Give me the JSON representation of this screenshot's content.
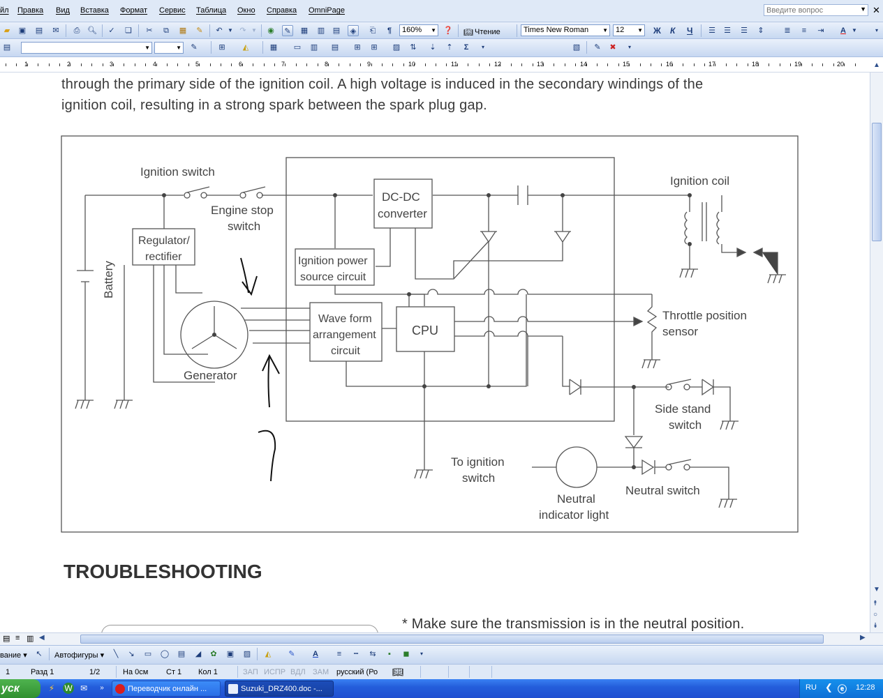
{
  "menubar": {
    "items": [
      "йл",
      "Правка",
      "Вид",
      "Вставка",
      "Формат",
      "Сервис",
      "Таблица",
      "Окно",
      "Справка",
      "OmniPage"
    ],
    "ask_placeholder": "Введите вопрос",
    "close_glyph": "✕"
  },
  "toolbar_standard": {
    "zoom": "160%",
    "reading_label": "Чтение",
    "font_name": "Times New Roman",
    "font_size": "12",
    "bold": "Ж",
    "italic": "К",
    "underline": "Ч"
  },
  "toolbar_formatting": {
    "style": "",
    "size": "",
    "sigma": "Σ"
  },
  "ruler": {
    "numbers": [
      "1",
      "2",
      "3",
      "4",
      "5",
      "6",
      "7",
      "8",
      "9",
      "10",
      "11",
      "12",
      "13",
      "14",
      "15",
      "16",
      "17",
      "18",
      "19",
      "20"
    ]
  },
  "document": {
    "paragraph_line1": "through the primary side of the ignition coil. A high voltage is induced in the secondary windings of the",
    "paragraph_line2": "ignition coil, resulting in a strong spark between the spark plug gap.",
    "heading": "TROUBLESHOOTING",
    "bullet_text": "* Make sure the transmission is in the neutral position."
  },
  "diagram": {
    "labels": {
      "ignition_switch": "Ignition switch",
      "engine_stop_1": "Engine stop",
      "engine_stop_2": "switch",
      "dcdc_1": "DC-DC",
      "dcdc_2": "converter",
      "ignition_coil": "Ignition coil",
      "regulator_1": "Regulator/",
      "regulator_2": "rectifier",
      "battery": "Battery",
      "ign_power_1": "Ignition power",
      "ign_power_2": "source circuit",
      "wave_1": "Wave form",
      "wave_2": "arrangement",
      "wave_3": "circuit",
      "cpu": "CPU",
      "throttle_1": "Throttle position",
      "throttle_2": "sensor",
      "generator": "Generator",
      "side_stand_1": "Side stand",
      "side_stand_2": "switch",
      "to_ignition_1": "To ignition",
      "to_ignition_2": "switch",
      "neutral_light_1": "Neutral",
      "neutral_light_2": "indicator light",
      "neutral_switch": "Neutral switch"
    }
  },
  "drawbar": {
    "draw_label": "вание ▾",
    "autoshapes_label": "Автофигуры ▾"
  },
  "statusbar": {
    "page": "1",
    "section": "Разд  1",
    "pages": "1/2",
    "at": "На 0см",
    "line": "Ст  1",
    "col": "Кол  1",
    "rec": "ЗАП",
    "trk": "ИСПР",
    "ext": "ВДЛ",
    "ovr": "ЗАМ",
    "lang": "русский (Ро"
  },
  "taskbar": {
    "start": "уск",
    "task1": "Переводчик онлайн ...",
    "task2": "Suzuki_DRZ400.doc -...",
    "lang": "RU",
    "time": "12:28"
  },
  "colors": {
    "menubar_bg": "#dfe9f7",
    "taskbar_blue": "#245edb",
    "start_green": "#2f8f2f"
  }
}
